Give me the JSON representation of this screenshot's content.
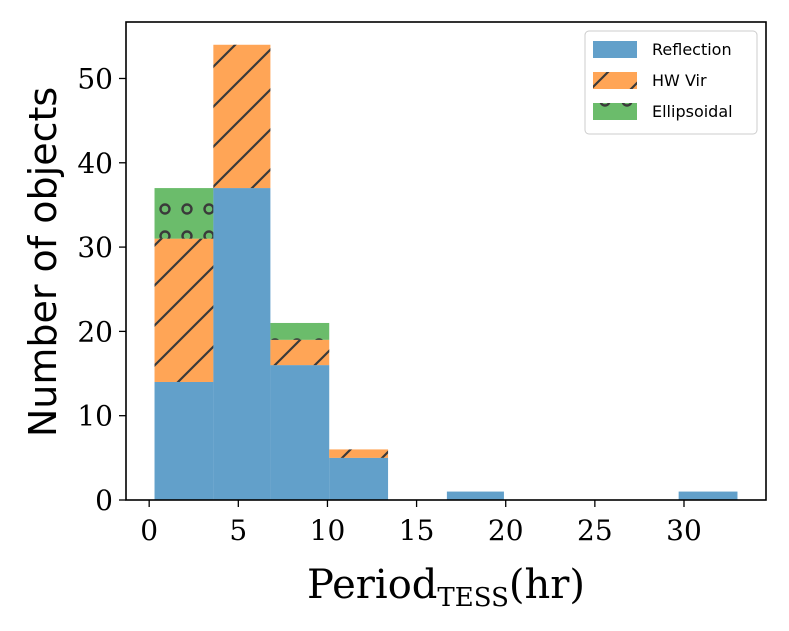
{
  "chart_data": {
    "type": "bar",
    "stacked": true,
    "bins": [
      {
        "x0": 0.3,
        "x1": 3.6
      },
      {
        "x0": 3.6,
        "x1": 6.8
      },
      {
        "x0": 6.8,
        "x1": 10.1
      },
      {
        "x0": 10.1,
        "x1": 13.4
      },
      {
        "x0": 13.4,
        "x1": 16.7
      },
      {
        "x0": 16.7,
        "x1": 19.9
      },
      {
        "x0": 19.9,
        "x1": 23.2
      },
      {
        "x0": 23.2,
        "x1": 26.5
      },
      {
        "x0": 26.5,
        "x1": 29.7
      },
      {
        "x0": 29.7,
        "x1": 33.0
      }
    ],
    "series": [
      {
        "name": "Reflection",
        "color": "#1f77b4",
        "hatch": "none",
        "values": [
          14,
          37,
          16,
          5,
          0,
          1,
          0,
          0,
          0,
          1
        ]
      },
      {
        "name": "HW Vir",
        "color": "#ff7f0e",
        "hatch": "diagonal",
        "values": [
          17,
          17,
          3,
          1,
          0,
          0,
          0,
          0,
          0,
          0
        ]
      },
      {
        "name": "Ellipsoidal",
        "color": "#2ca02c",
        "hatch": "circles",
        "values": [
          6,
          0,
          2,
          0,
          0,
          0,
          0,
          0,
          0,
          0
        ]
      }
    ],
    "xlim": [
      -1.3,
      34.6
    ],
    "ylim": [
      0,
      56.7
    ],
    "xticks": [
      0,
      5,
      10,
      15,
      20,
      25,
      30
    ],
    "yticks": [
      0,
      10,
      20,
      30,
      40,
      50
    ],
    "xlabel": "Period",
    "xlabel_sub": "TESS",
    "xlabel_unit": "(hr)",
    "ylabel": "Number of objects",
    "legend_position": "top-right",
    "alpha": 0.7
  }
}
